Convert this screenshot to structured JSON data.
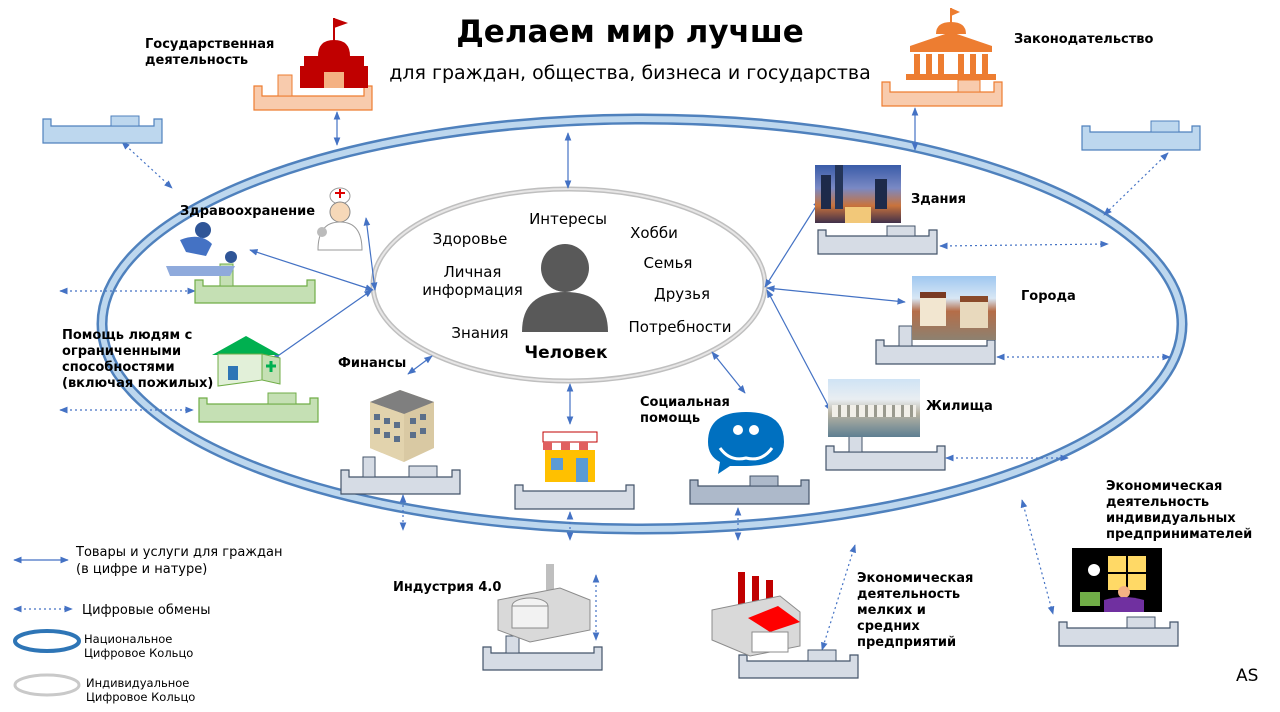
{
  "header": {
    "title": "Делаем мир лучше",
    "subtitle": "для граждан, общества, бизнеса и государства"
  },
  "center": {
    "person": "Человек",
    "interests": [
      "Интересы",
      "Здоровье",
      "Хобби",
      "Личная информация",
      "Семья",
      "Друзья",
      "Знания",
      "Потребности"
    ]
  },
  "nodes": {
    "gov": "Государственная деятельность",
    "law": "Законодательство",
    "health": "Здравоохранение",
    "disabled": "Помощь людям с ограниченными способностями (включая пожилых)",
    "finance": "Финансы",
    "social": "Социальная помощь",
    "buildings": "Здания",
    "cities": "Города",
    "housing": "Жилища",
    "industry": "Индустрия 4.0",
    "sme": "Экономическая деятельность мелких и средних предприятий",
    "entrepreneurs": "Экономическая деятельность индивидуальных предпринимателей"
  },
  "legend": {
    "goods": "Товары и услуги для граждан (в цифре и натуре)",
    "digital": "Цифровые обмены",
    "national": "Национальное Цифровое Кольцо",
    "individual": "Индивидуальное Цифровое Кольцо"
  },
  "footer": {
    "author": "AS"
  },
  "colors": {
    "ring_blue": "#4f81bd",
    "ring_fill": "#bdd7ee",
    "arrow": "#4472c4",
    "gov_platform": "#f8cbad",
    "health_platform": "#c5e0b4",
    "gray_platform": "#d6dce5"
  }
}
